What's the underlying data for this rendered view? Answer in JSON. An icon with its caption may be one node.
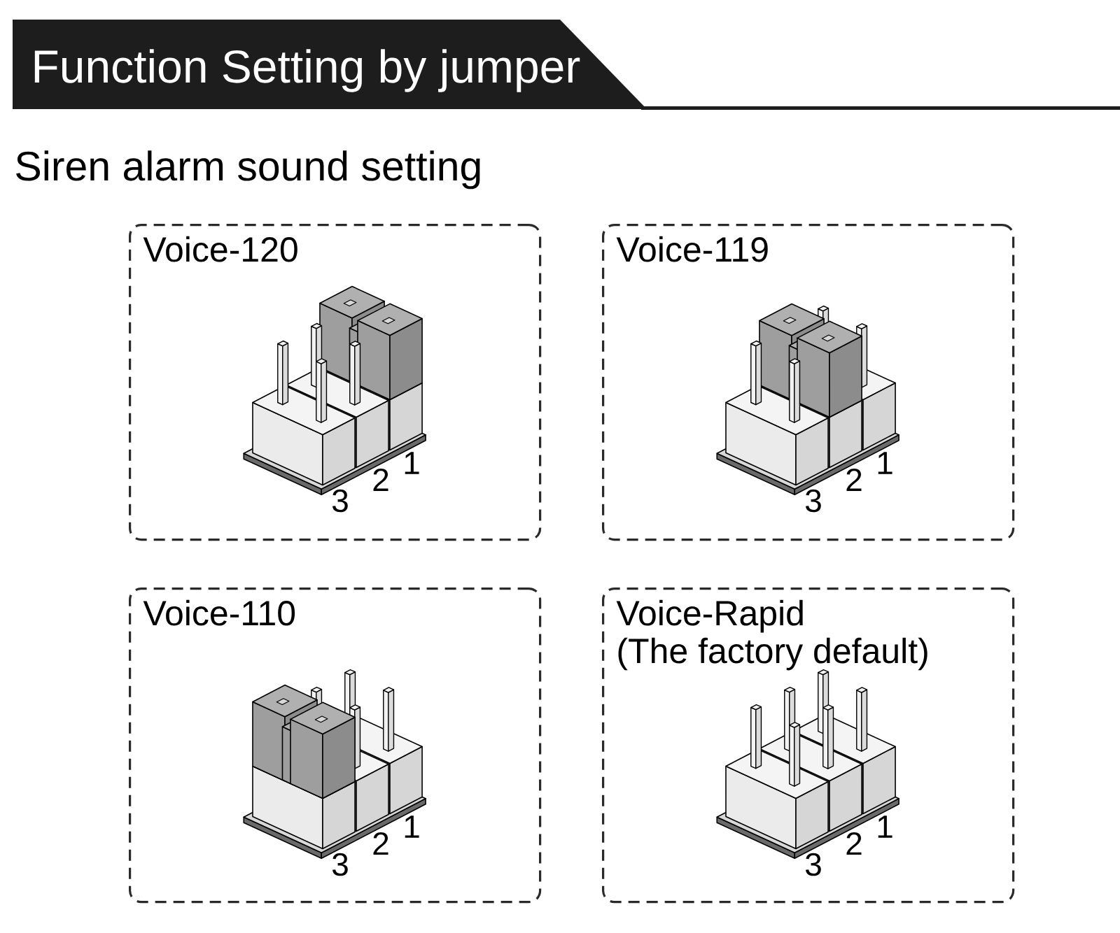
{
  "diagram": {
    "title": "Function Setting by jumper",
    "nodes": [
      {
        "text": [
          "Voice-120"
        ]
      },
      {
        "text": [
          "Voice-119"
        ]
      },
      {
        "text": [
          "Voice-110"
        ]
      },
      {
        "text": [
          "Voice-Rapid",
          "(The factory default)"
        ]
      }
    ],
    "labels": [
      "Siren alarm sound setting",
      "3",
      "2",
      "1",
      "3",
      "2",
      "1",
      "3",
      "2",
      "1",
      "3",
      "2",
      "1"
    ]
  }
}
